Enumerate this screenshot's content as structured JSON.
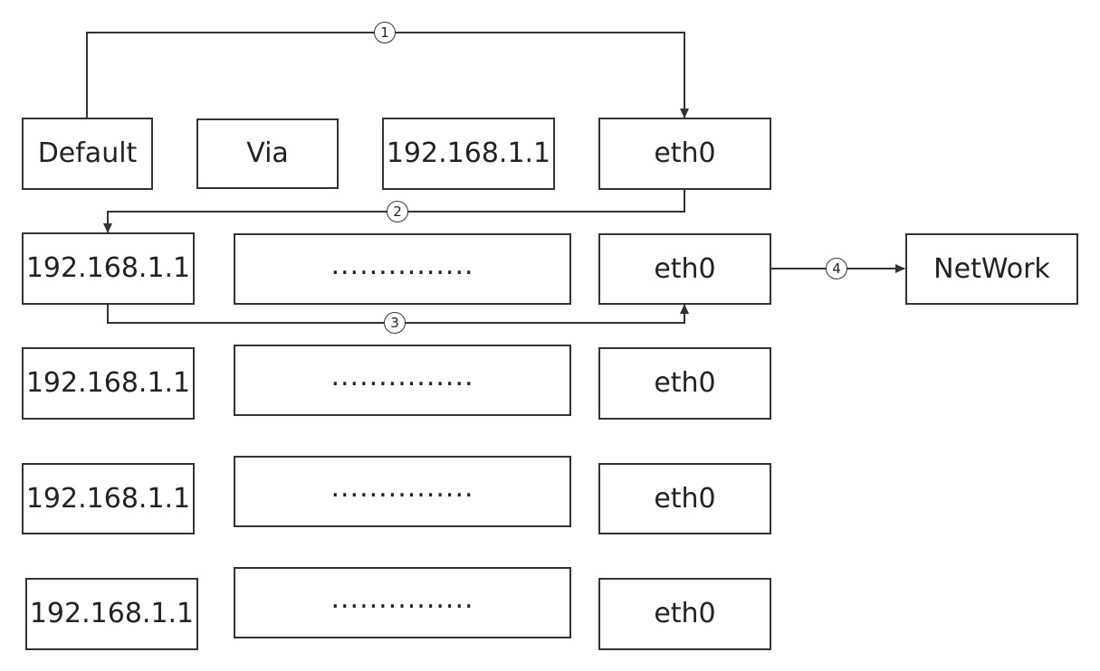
{
  "header_row": {
    "default_label": "Default",
    "via_label": "Via",
    "gateway_ip": "192.168.1.1",
    "interface": "eth0"
  },
  "route_rows": [
    {
      "destination": "192.168.1.1",
      "gateway": "...............",
      "interface": "eth0"
    },
    {
      "destination": "192.168.1.1",
      "gateway": "...............",
      "interface": "eth0"
    },
    {
      "destination": "192.168.1.1",
      "gateway": "...............",
      "interface": "eth0"
    },
    {
      "destination": "192.168.1.1",
      "gateway": "...............",
      "interface": "eth0"
    }
  ],
  "network_label": "NetWork",
  "steps": [
    "1",
    "2",
    "3",
    "4"
  ],
  "colors": {
    "stroke": "#333333",
    "text": "#222222",
    "background": "#ffffff"
  }
}
